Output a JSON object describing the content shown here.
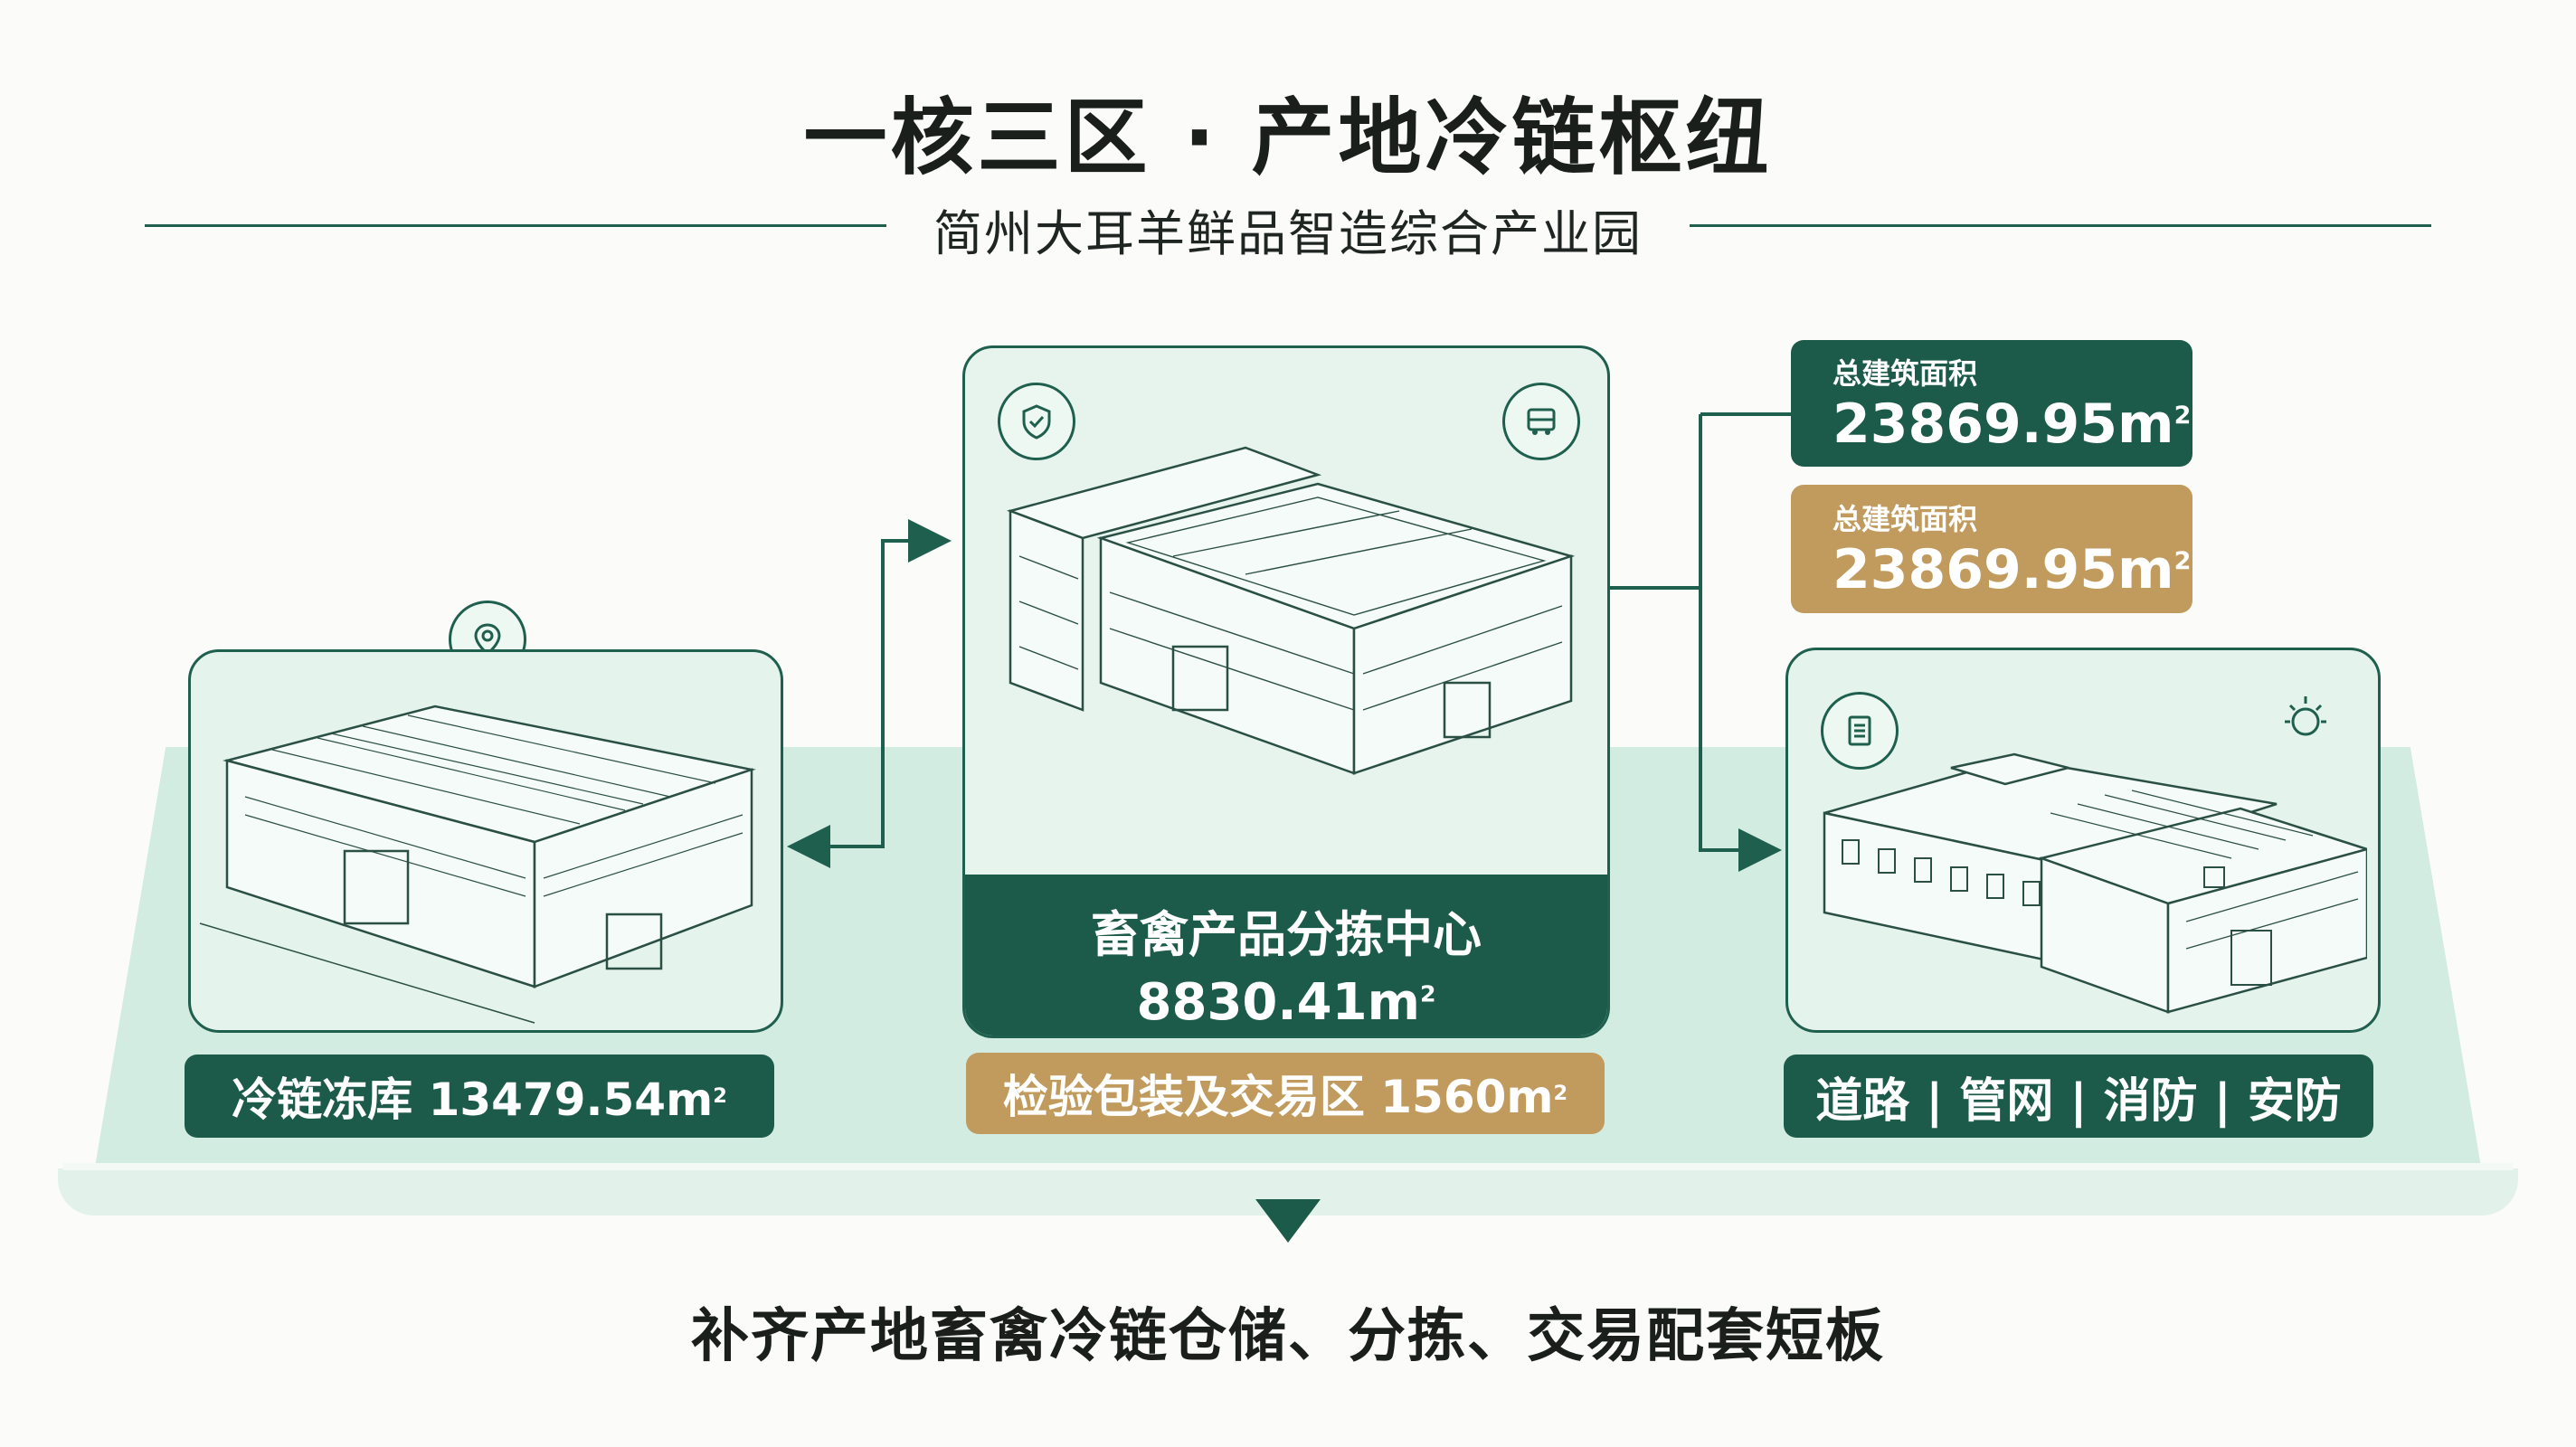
{
  "header": {
    "title": "一核三区 · 产地冷链枢纽",
    "subtitle": "简州大耳羊鲜品智造综合产业园"
  },
  "left_zone": {
    "icon": "location-pin-icon",
    "label": "冷链冻库 13479.54m",
    "unit_sup": "2"
  },
  "center_zone": {
    "icons": [
      "shield-icon",
      "truck-icon"
    ],
    "name": "畜禽产品分拣中心",
    "area": "8830.41m",
    "area_sup": "2",
    "sub_label": "检验包装及交易区 1560m",
    "sub_label_sup": "2"
  },
  "stats": [
    {
      "label": "总建筑面积",
      "value": "23869.95m",
      "sup": "2",
      "color": "#1c5a4a"
    },
    {
      "label": "总建筑面积",
      "value": "23869.95m",
      "sup": "2",
      "color": "#c19b5e"
    }
  ],
  "right_zone": {
    "icons": [
      "document-icon",
      "sun-gear-icon"
    ],
    "label": "道路 | 管网 | 消防 | 安防"
  },
  "footer": {
    "text": "补齐产地畜禽冷链仓储、分拣、交易配套短板"
  },
  "colors": {
    "dark_green": "#1c5a4a",
    "gold": "#c19b5e",
    "mint": "#d3ece1"
  }
}
